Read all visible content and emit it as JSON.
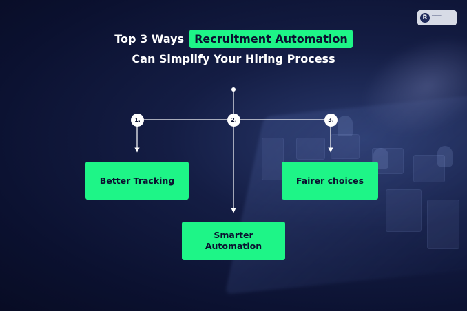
{
  "title": {
    "prefix": "Top 3 Ways",
    "highlight": "Recruitment Automation",
    "line2": "Can Simplify Your Hiring Process"
  },
  "nodes": [
    {
      "label": "1."
    },
    {
      "label": "2."
    },
    {
      "label": "3."
    }
  ],
  "boxes": [
    {
      "label": "Better Tracking"
    },
    {
      "label": "Smarter Automation"
    },
    {
      "label": "Fairer choices"
    }
  ],
  "colors": {
    "accent": "#1ef587",
    "background": "#0b1130",
    "text": "#ffffff"
  },
  "logo_icon": "r-logo-icon"
}
